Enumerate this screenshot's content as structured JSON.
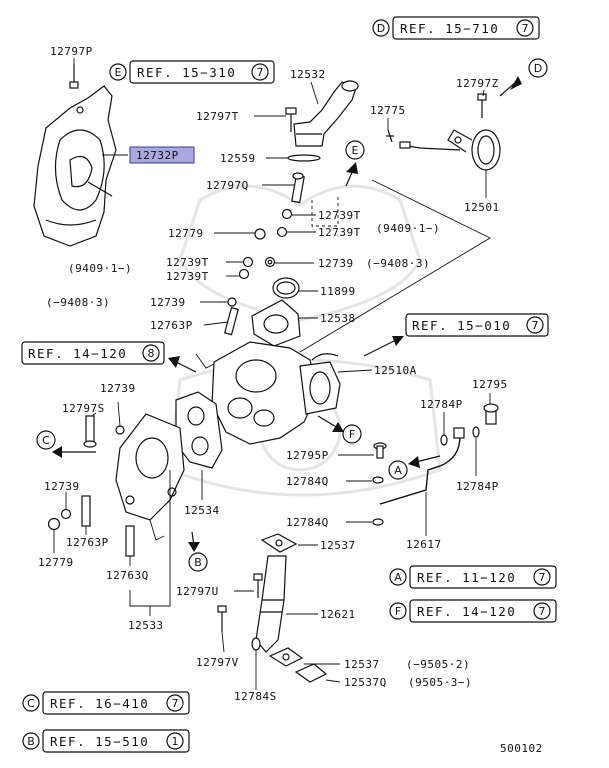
{
  "diagram_number": "500102",
  "highlighted_part": "12732P",
  "part_labels": {
    "p12797P": "12797P",
    "p12532": "12532",
    "p12797T": "12797T",
    "p12797Z": "12797Z",
    "p12775": "12775",
    "p12559": "12559",
    "p12797Q": "12797Q",
    "p12501": "12501",
    "p12739T_a": "12739T",
    "p12739T_b": "12739T",
    "p12779_top": "12779",
    "p12739T_c": "12739T",
    "p12739T_d": "12739T",
    "p12739_a": "12739",
    "p11899": "11899",
    "p12739_b": "12739",
    "p12763P_a": "12763P",
    "p12538": "12538",
    "p12510A": "12510A",
    "p12739_c": "12739",
    "p12795": "12795",
    "p12797S": "12797S",
    "p12784P_a": "12784P",
    "p12795P": "12795P",
    "p12784Q_a": "12784Q",
    "p12784P_b": "12784P",
    "p12739_d": "12739",
    "p12534": "12534",
    "p12784Q_b": "12784Q",
    "p12763P_b": "12763P",
    "p12617": "12617",
    "p12779_bot": "12779",
    "p12537_a": "12537",
    "p12763Q": "12763Q",
    "p12797U": "12797U",
    "p12533": "12533",
    "p12621": "12621",
    "p12797V": "12797V",
    "p12537_b": "12537",
    "p12537Q": "12537Q",
    "p12784S": "12784S"
  },
  "date_notes": {
    "n9409_1_a": "(9409·1−)",
    "n9408_3_a": "(−9408·3)",
    "n9409_1_b": "(9409·1−)",
    "n9408_3_b": "(−9408·3)",
    "n9505_2": "(−9505·2)",
    "n9505_3": "(9505·3−)"
  },
  "references": {
    "refD": {
      "letter": "D",
      "text": "REF. 15−710",
      "num": "7"
    },
    "refE": {
      "letter": "E",
      "text": "REF. 15−310",
      "num": "7"
    },
    "ref15_010": {
      "text": "REF. 15−010",
      "num": "7"
    },
    "ref14_120": {
      "text": "REF. 14−120",
      "num": "8"
    },
    "refA": {
      "letter": "A",
      "text": "REF. 11−120",
      "num": "7"
    },
    "refF": {
      "letter": "F",
      "text": "REF. 14−120",
      "num": "7"
    },
    "refC": {
      "letter": "C",
      "text": "REF. 16−410",
      "num": "7"
    },
    "refB": {
      "letter": "B",
      "text": "REF. 15−510",
      "num": "1"
    }
  },
  "arrow_markers": {
    "mD": "D",
    "mE": "E",
    "mC": "C",
    "mF": "F",
    "mA": "A",
    "mB": "B"
  }
}
